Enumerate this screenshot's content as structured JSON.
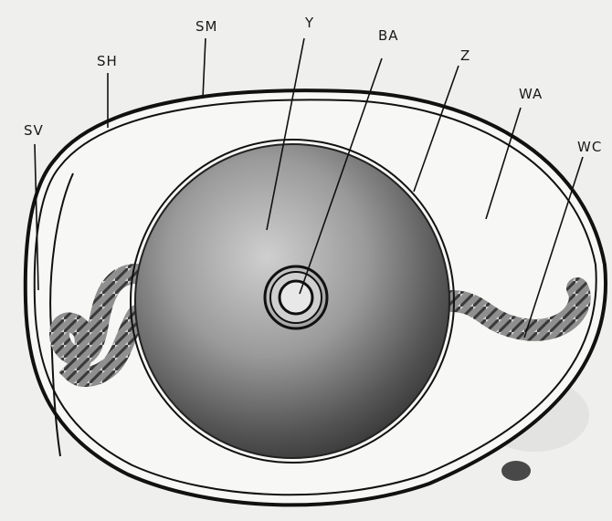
{
  "labels": {
    "sv": "SV",
    "sh": "SH",
    "sm": "SM",
    "y": "Y",
    "ba": "BA",
    "z": "Z",
    "wa": "WA",
    "wc": "WC"
  },
  "colors": {
    "paper": "#efefed",
    "ink": "#111111",
    "yolk_light": "#c9c9c9",
    "yolk_dark": "#3a3a3a"
  }
}
